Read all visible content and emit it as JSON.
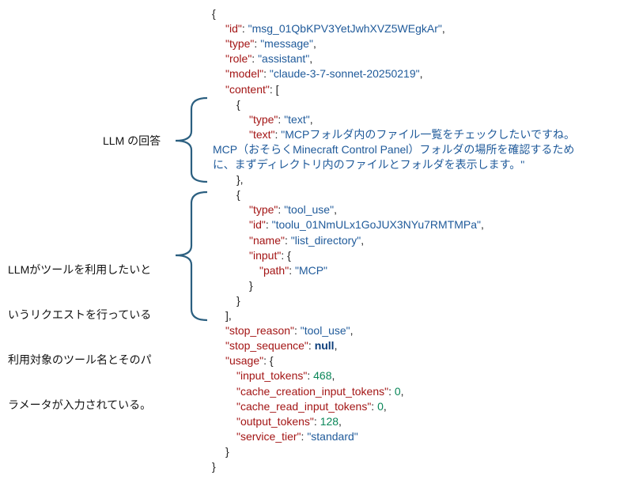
{
  "annotations": {
    "llm_answer": "LLM の回答",
    "tool_request": [
      "LLMがツールを利用したいと",
      "いうリクエストを行っている",
      "利用対象のツール名とそのパ",
      "ラメータが入力されている。"
    ]
  },
  "colors": {
    "key": "#a31515",
    "string": "#1f5a9a",
    "number": "#098658",
    "brace": "#2b5f80"
  },
  "lines": [
    {
      "i": 0,
      "parts": [
        [
          "p",
          "{"
        ]
      ]
    },
    {
      "i": 1,
      "parts": [
        [
          "k",
          "\"id\""
        ],
        [
          "p",
          ": "
        ],
        [
          "s",
          "\"msg_01QbKPV3YetJwhXVZ5WEgkAr\""
        ],
        [
          "p",
          ","
        ]
      ]
    },
    {
      "i": 1,
      "parts": [
        [
          "k",
          "\"type\""
        ],
        [
          "p",
          ": "
        ],
        [
          "s",
          "\"message\""
        ],
        [
          "p",
          ","
        ]
      ]
    },
    {
      "i": 1,
      "parts": [
        [
          "k",
          "\"role\""
        ],
        [
          "p",
          ": "
        ],
        [
          "s",
          "\"assistant\""
        ],
        [
          "p",
          ","
        ]
      ]
    },
    {
      "i": 1,
      "parts": [
        [
          "k",
          "\"model\""
        ],
        [
          "p",
          ": "
        ],
        [
          "s",
          "\"claude-3-7-sonnet-20250219\""
        ],
        [
          "p",
          ","
        ]
      ]
    },
    {
      "i": 1,
      "parts": [
        [
          "k",
          "\"content\""
        ],
        [
          "p",
          ": ["
        ]
      ]
    },
    {
      "i": 2,
      "parts": [
        [
          "p",
          "{"
        ]
      ]
    },
    {
      "i": 3,
      "parts": [
        [
          "k",
          "\"type\""
        ],
        [
          "p",
          ": "
        ],
        [
          "s",
          "\"text\""
        ],
        [
          "p",
          ","
        ]
      ]
    },
    {
      "i": 3,
      "parts": [
        [
          "k",
          "\"text\""
        ],
        [
          "p",
          ": "
        ],
        [
          "s",
          "\"MCPフォルダ内のファイル一覧をチェックしたいですね。"
        ]
      ]
    },
    {
      "i": -1,
      "parts": [
        [
          "s",
          "MCP（おそらくMinecraft Control Panel）フォルダの場所を確認するため"
        ]
      ]
    },
    {
      "i": -1,
      "parts": [
        [
          "s",
          "に、まずディレクトリ内のファイルとフォルダを表示します。\""
        ]
      ]
    },
    {
      "i": 2,
      "parts": [
        [
          "p",
          "},"
        ]
      ]
    },
    {
      "i": 2,
      "parts": [
        [
          "p",
          "{"
        ]
      ]
    },
    {
      "i": 3,
      "parts": [
        [
          "k",
          "\"type\""
        ],
        [
          "p",
          ": "
        ],
        [
          "s",
          "\"tool_use\""
        ],
        [
          "p",
          ","
        ]
      ]
    },
    {
      "i": 3,
      "parts": [
        [
          "k",
          "\"id\""
        ],
        [
          "p",
          ": "
        ],
        [
          "s",
          "\"toolu_01NmULx1GoJUX3NYu7RMTMPa\""
        ],
        [
          "p",
          ","
        ]
      ]
    },
    {
      "i": 3,
      "parts": [
        [
          "k",
          "\"name\""
        ],
        [
          "p",
          ": "
        ],
        [
          "s",
          "\"list_directory\""
        ],
        [
          "p",
          ","
        ]
      ]
    },
    {
      "i": 3,
      "parts": [
        [
          "k",
          "\"input\""
        ],
        [
          "p",
          ": {"
        ]
      ]
    },
    {
      "i": 4,
      "parts": [
        [
          "k",
          "\"path\""
        ],
        [
          "p",
          ": "
        ],
        [
          "s",
          "\"MCP\""
        ]
      ]
    },
    {
      "i": 3,
      "parts": [
        [
          "p",
          "}"
        ]
      ]
    },
    {
      "i": 2,
      "parts": [
        [
          "p",
          "}"
        ]
      ]
    },
    {
      "i": 1,
      "parts": [
        [
          "p",
          "],"
        ]
      ]
    },
    {
      "i": 1,
      "parts": [
        [
          "k",
          "\"stop_reason\""
        ],
        [
          "p",
          ": "
        ],
        [
          "s",
          "\"tool_use\""
        ],
        [
          "p",
          ","
        ]
      ]
    },
    {
      "i": 1,
      "parts": [
        [
          "k",
          "\"stop_sequence\""
        ],
        [
          "p",
          ": "
        ],
        [
          "b",
          "null"
        ],
        [
          "p",
          ","
        ]
      ]
    },
    {
      "i": 1,
      "parts": [
        [
          "k",
          "\"usage\""
        ],
        [
          "p",
          ": {"
        ]
      ]
    },
    {
      "i": 2,
      "parts": [
        [
          "k",
          "\"input_tokens\""
        ],
        [
          "p",
          ": "
        ],
        [
          "n",
          "468"
        ],
        [
          "p",
          ","
        ]
      ]
    },
    {
      "i": 2,
      "parts": [
        [
          "k",
          "\"cache_creation_input_tokens\""
        ],
        [
          "p",
          ": "
        ],
        [
          "n",
          "0"
        ],
        [
          "p",
          ","
        ]
      ]
    },
    {
      "i": 2,
      "parts": [
        [
          "k",
          "\"cache_read_input_tokens\""
        ],
        [
          "p",
          ": "
        ],
        [
          "n",
          "0"
        ],
        [
          "p",
          ","
        ]
      ]
    },
    {
      "i": 2,
      "parts": [
        [
          "k",
          "\"output_tokens\""
        ],
        [
          "p",
          ": "
        ],
        [
          "n",
          "128"
        ],
        [
          "p",
          ","
        ]
      ]
    },
    {
      "i": 2,
      "parts": [
        [
          "k",
          "\"service_tier\""
        ],
        [
          "p",
          ": "
        ],
        [
          "s",
          "\"standard\""
        ]
      ]
    },
    {
      "i": 1,
      "parts": [
        [
          "p",
          "}"
        ]
      ]
    },
    {
      "i": 0,
      "parts": [
        [
          "p",
          "}"
        ]
      ]
    }
  ]
}
